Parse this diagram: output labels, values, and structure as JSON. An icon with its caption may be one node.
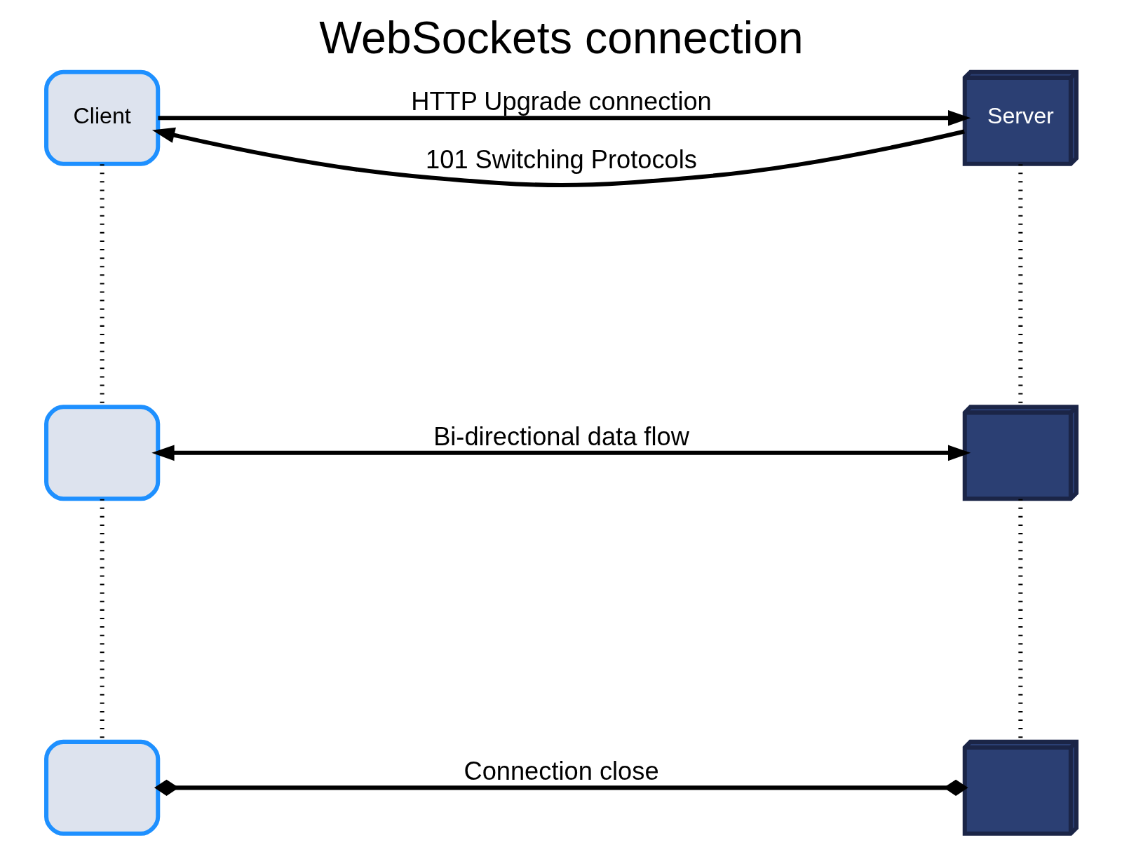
{
  "diagram": {
    "title": "WebSockets connection",
    "nodes": [
      {
        "text": [
          "Client"
        ]
      },
      {
        "text": [],
        "shape": "box"
      },
      {
        "text": [],
        "shape": "box"
      },
      {
        "text": [
          "Server"
        ]
      },
      {
        "text": [],
        "shape": "box"
      },
      {
        "text": [],
        "shape": "box"
      }
    ],
    "edges": [
      {
        "from": 0,
        "to": 3,
        "arrow": "to",
        "label": "HTTP Upgrade connection"
      },
      {
        "from": 3,
        "to": 0,
        "arrow": "to",
        "label": "101 Switching Protocols"
      },
      {
        "from": 1,
        "to": 4,
        "arrow": "both",
        "label": "Bi-directional data flow"
      },
      {
        "from": 2,
        "to": 5,
        "arrow": "other",
        "label": "Connection close"
      },
      {
        "from": 0,
        "to": 1,
        "arrow": "none",
        "style": "dashed"
      },
      {
        "from": 1,
        "to": 2,
        "arrow": "none",
        "style": "dashed"
      },
      {
        "from": 3,
        "to": 4,
        "arrow": "none",
        "style": "dashed"
      },
      {
        "from": 4,
        "to": 5,
        "arrow": "none",
        "style": "dashed"
      }
    ]
  }
}
